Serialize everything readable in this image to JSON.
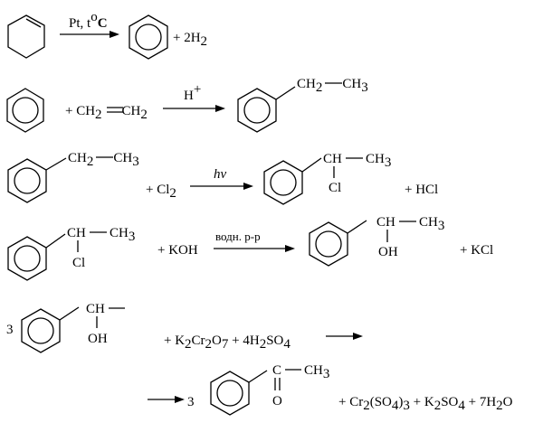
{
  "reactions": [
    {
      "id": "r1",
      "condition": "Pt, t",
      "condition_sup": "o",
      "condition_tail": "C",
      "product_coef": "+ 2H",
      "product_sub": "2"
    },
    {
      "id": "r2",
      "reagent_prefix": "+ CH",
      "reagent_sub1": "2",
      "reagent_mid": "CH",
      "reagent_sub2": "2",
      "condition": "H",
      "condition_sup": "+",
      "chain_a": "CH",
      "chain_a_sub": "2",
      "chain_b": "CH",
      "chain_b_sub": "3"
    },
    {
      "id": "r3",
      "chain_a": "CH",
      "chain_a_sub": "2",
      "chain_b": "CH",
      "chain_b_sub": "3",
      "reagent": "+ Cl",
      "reagent_sub": "2",
      "condition": "hv",
      "prod_ch": "CH",
      "prod_ch3": "CH",
      "prod_ch3_sub": "3",
      "prod_cl": "Cl",
      "byproduct": "+ HCl"
    },
    {
      "id": "r4",
      "sub_ch": "CH",
      "sub_ch3": "CH",
      "sub_ch3_sub": "3",
      "sub_cl": "Cl",
      "reagent": "+ KOH",
      "condition": "водн. р-р",
      "prod_ch": "CH",
      "prod_ch3": "CH",
      "prod_ch3_sub": "3",
      "prod_oh": "OH",
      "byproduct": "+ KCl"
    },
    {
      "id": "r5",
      "coef": "3",
      "sub_ch": "CH",
      "sub_oh": "OH",
      "reagent_a": "+ K",
      "reagent_a_sub1": "2",
      "reagent_b": "Cr",
      "reagent_b_sub": "2",
      "reagent_c": "O",
      "reagent_c_sub": "7",
      "reagent_d": " + 4H",
      "reagent_d_sub": "2",
      "reagent_e": "SO",
      "reagent_e_sub": "4"
    },
    {
      "id": "r6",
      "coef": "3",
      "prod_c": "C",
      "prod_ch3": "CH",
      "prod_ch3_sub": "3",
      "prod_o": "O",
      "tail_a": "+ Cr",
      "tail_a_sub": "2",
      "tail_b": "(SO",
      "tail_b_sub": "4",
      "tail_c": ")",
      "tail_c_sub": "3",
      "tail_d": " + K",
      "tail_d_sub": "2",
      "tail_e": "SO",
      "tail_e_sub": "4",
      "tail_f": " + 7H",
      "tail_f_sub": "2",
      "tail_g": "O"
    }
  ]
}
